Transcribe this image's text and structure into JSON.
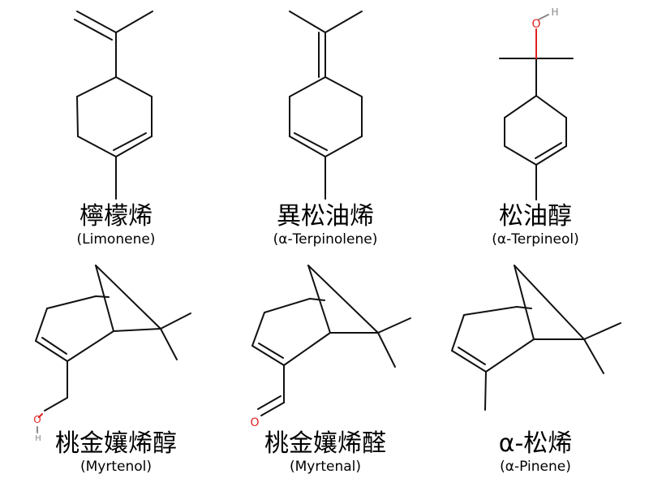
{
  "compounds": [
    {
      "name_cn": "檸檬烯",
      "name_en": "(Limonene)"
    },
    {
      "name_cn": "異松油烯",
      "name_en": "(α-Terpinolene)"
    },
    {
      "name_cn": "松油醇",
      "name_en": "(α-Terpineol)"
    },
    {
      "name_cn": "桃金孃烯醇",
      "name_en": "(Myrtenol)"
    },
    {
      "name_cn": "桃金孃烯醛",
      "name_en": "(Myrtenal)"
    },
    {
      "name_cn": "α-松烯",
      "name_en": "(α-Pinene)"
    }
  ],
  "atoms": {
    "oxygen": "O",
    "hydrogen": "H"
  },
  "colors": {
    "bond": "#111111",
    "oxygen": "#e02020",
    "hydrogen": "#888888"
  }
}
